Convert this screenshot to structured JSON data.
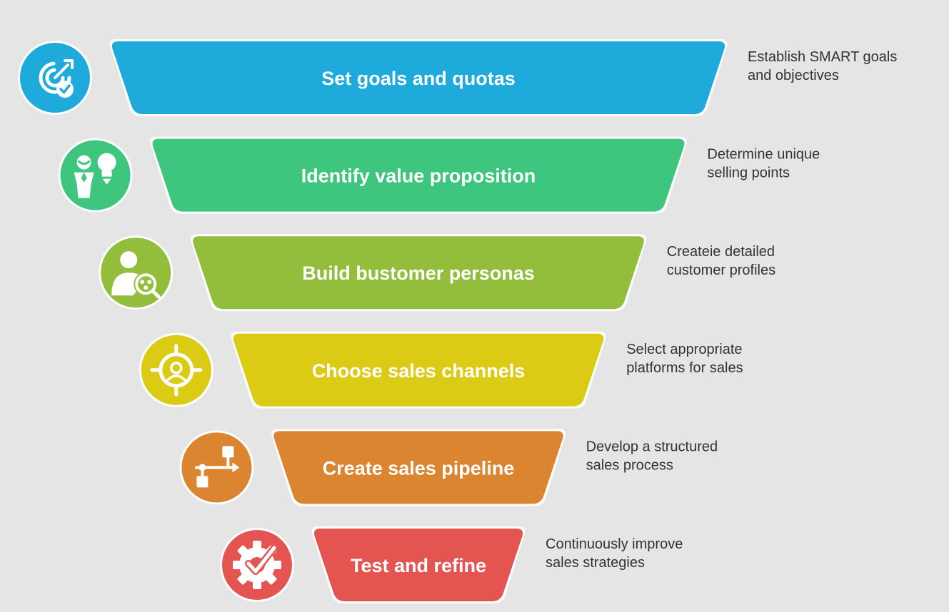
{
  "stages": [
    {
      "label": "Set goals and quotas",
      "desc": [
        "Establish SMART goals",
        "and objectives"
      ],
      "color": "#1eabdc",
      "icon": "target-check-icon"
    },
    {
      "label": "Identify value proposition",
      "desc": [
        "Determine unique",
        "selling points"
      ],
      "color": "#3ec67f",
      "icon": "person-lightbulb-icon"
    },
    {
      "label": "Build bustomer personas",
      "desc": [
        "Createie detailed",
        "customer profiles"
      ],
      "color": "#92be3b",
      "icon": "user-search-icon"
    },
    {
      "label": "Choose sales channels",
      "desc": [
        "Select appropriate",
        "platforms for sales"
      ],
      "color": "#dccb14",
      "icon": "crosshair-person-icon"
    },
    {
      "label": "Create sales pipeline",
      "desc": [
        "Develop a structured",
        "sales process"
      ],
      "color": "#dc8530",
      "icon": "flowchart-icon"
    },
    {
      "label": "Test and refine",
      "desc": [
        "Continuously improve",
        "sales strategies"
      ],
      "color": "#e45552",
      "icon": "gear-check-icon"
    }
  ]
}
